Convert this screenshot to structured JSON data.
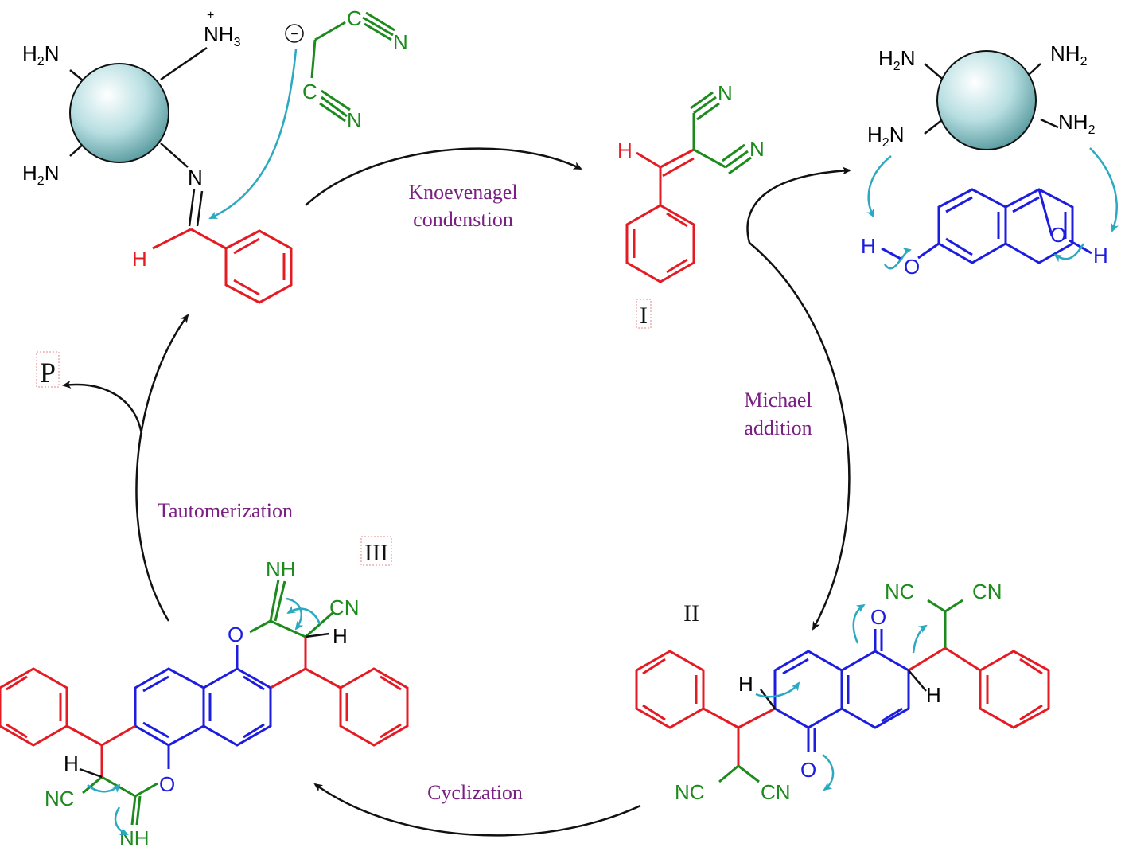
{
  "colors": {
    "catalyst": "#b8dfe2",
    "aldehyde": "#e51b24",
    "naphthol": "#1d1de0",
    "malononitrile": "#1d8a1d",
    "curly_arrow": "#2aa9c0",
    "step_label": "#7a1f83"
  },
  "steps": {
    "knoevenagel_line1": "Knoevenagel",
    "knoevenagel_line2": "condenstion",
    "michael_line1": "Michael",
    "michael_line2": "addition",
    "cyclization": "Cyclization",
    "tautomerization": "Tautomerization"
  },
  "intermediates": {
    "I": "I",
    "II": "II",
    "III": "III",
    "product": "P"
  },
  "catalyst_left": {
    "nh3": "NH",
    "nh3_sub": "3",
    "charge": "+",
    "nh2_top_a": "H",
    "nh2_top_sub": "2",
    "nh2_top_b": "N",
    "nh2_bot_a": "H",
    "nh2_bot_sub": "2",
    "nh2_bot_b": "N",
    "imine_n": "N",
    "imine_h": "H"
  },
  "malononitrile_anion": {
    "minus": "−",
    "c1": "C",
    "n1": "N",
    "c2": "C",
    "n2": "N"
  },
  "intermediate_I": {
    "h": "H",
    "n1": "N",
    "n2": "N"
  },
  "catalyst_right": {
    "h2n_top_a": "H",
    "h2n_top_sub": "2",
    "h2n_top_b": "N",
    "nh2_top_a": "NH",
    "nh2_top_sub": "2",
    "h2n_bot_a": "H",
    "h2n_bot_sub": "2",
    "h2n_bot_b": "N",
    "nh2_bot_a": "NH",
    "nh2_bot_sub": "2"
  },
  "naphthalenediol": {
    "h_left": "H",
    "o_left": "O",
    "o_right": "O",
    "h_right": "H"
  },
  "intermediate_II": {
    "nc_top": "NC",
    "cn_top": "CN",
    "o_top": "O",
    "h_right": "H",
    "h_left": "H",
    "o_bot": "O",
    "nc_bot": "NC",
    "cn_bot": "CN"
  },
  "intermediate_III": {
    "nh_top": "NH",
    "cn_top": "CN",
    "h_top": "H",
    "o_top": "O",
    "o_bot": "O",
    "h_bot": "H",
    "nc_bot": "NC",
    "nh_bot": "NH"
  }
}
